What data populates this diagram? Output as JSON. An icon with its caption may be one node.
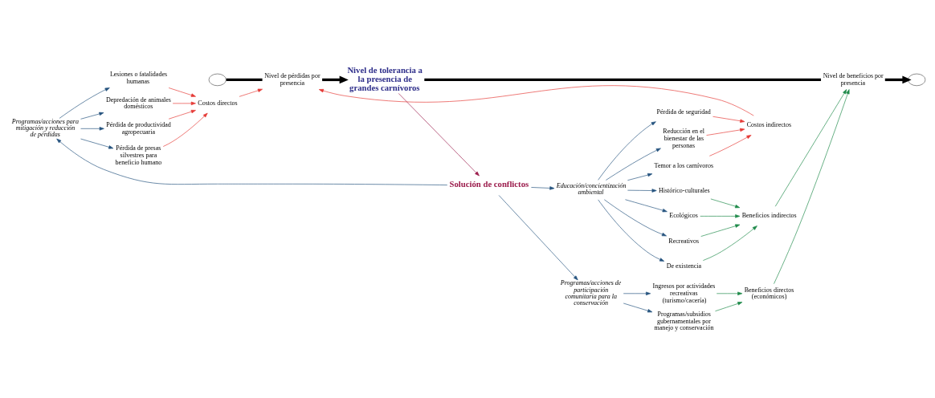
{
  "diagram": {
    "nodes": [
      {
        "text": [
          "Programas/acciones para mitigación y reducción de pérdidas"
        ]
      },
      {
        "text": [
          "Programas/acciones de participación comunitaria para la conservación"
        ]
      },
      {
        "text": [
          "Depredación de animales domésticos"
        ]
      },
      {
        "text": [
          "Pérdida de productividad agropecuaria"
        ]
      },
      {
        "text": [
          "Pérdida de presas silvestres para beneficio humano"
        ]
      },
      {
        "text": [
          "Lesiones o fatalidades humanas"
        ]
      },
      {
        "text": [
          "Costos directos"
        ]
      },
      {
        "text": [
          "Solución de conflictos"
        ]
      },
      {
        "text": [
          "Programas/subsidios gubernamentales por manejo y conservación"
        ]
      },
      {
        "text": [
          "Beneficios directos (económicos)"
        ]
      },
      {
        "text": [
          "Ingresos por actividades recreativas (turismo/cacería)"
        ]
      },
      {
        "text": [],
        "shape": "cloud"
      },
      {
        "text": [
          "Nivel de pérdidas por presencia"
        ]
      },
      {
        "text": [
          "Nivel de tolerancia a la presencia de grandes carnívoros"
        ]
      },
      {
        "text": [
          "Nivel de beneficios por presencia"
        ]
      },
      {
        "text": [],
        "shape": "cloud"
      },
      {
        "text": [
          "Pérdida de seguridad"
        ]
      },
      {
        "text": [
          "Reducción en el bienestar de las personas"
        ]
      },
      {
        "text": [
          "Temor a los carnívoros"
        ]
      },
      {
        "text": [
          "Costos indirectos"
        ]
      },
      {
        "text": [
          "Beneficios indirectos"
        ]
      },
      {
        "text": [
          "Recreativos"
        ]
      },
      {
        "text": [
          "De existencia"
        ]
      },
      {
        "text": [
          "Histórico-culturales"
        ]
      },
      {
        "text": [
          "Ecológicos"
        ]
      },
      {
        "text": [
          "Educación/concientización ambiental"
        ]
      }
    ],
    "edges": [
      {
        "from": 0,
        "to": 2,
        "arrow": "to"
      },
      {
        "from": 0,
        "to": 3,
        "arrow": "to"
      },
      {
        "from": 0,
        "to": 4,
        "arrow": "to"
      },
      {
        "from": 0,
        "to": 5,
        "arrow": "to"
      },
      {
        "from": 7,
        "to": 0,
        "arrow": "to"
      },
      {
        "from": 7,
        "to": 1,
        "arrow": "to"
      },
      {
        "from": 7,
        "to": 25,
        "arrow": "to"
      },
      {
        "from": 1,
        "to": 8,
        "arrow": "to"
      },
      {
        "from": 1,
        "to": 10,
        "arrow": "to"
      },
      {
        "from": 2,
        "to": 6,
        "arrow": "to",
        "color": "#e53935"
      },
      {
        "from": 3,
        "to": 6,
        "arrow": "to",
        "color": "#e53935"
      },
      {
        "from": 4,
        "to": 6,
        "arrow": "to",
        "color": "#e53935"
      },
      {
        "from": 5,
        "to": 6,
        "arrow": "to",
        "color": "#e53935"
      },
      {
        "from": 6,
        "to": 12,
        "arrow": "to",
        "color": "#e53935"
      },
      {
        "from": 16,
        "to": 19,
        "arrow": "to",
        "color": "#e53935"
      },
      {
        "from": 17,
        "to": 19,
        "arrow": "to",
        "color": "#e53935"
      },
      {
        "from": 18,
        "to": 19,
        "arrow": "to",
        "color": "#e53935"
      },
      {
        "from": 19,
        "to": 12,
        "arrow": "to",
        "color": "#e53935"
      },
      {
        "from": 13,
        "to": 7,
        "arrow": "to",
        "color": "#9b1b4b"
      },
      {
        "from": 11,
        "to": 12,
        "arrow": "none",
        "style": "thick",
        "color": "#000000"
      },
      {
        "from": 12,
        "to": 13,
        "arrow": "to",
        "style": "thick",
        "color": "#000000"
      },
      {
        "from": 13,
        "to": 14,
        "arrow": "none",
        "style": "thick",
        "color": "#000000"
      },
      {
        "from": 14,
        "to": 15,
        "arrow": "to",
        "style": "thick",
        "color": "#000000"
      },
      {
        "from": 8,
        "to": 9,
        "arrow": "to",
        "color": "#1e8a4a"
      },
      {
        "from": 10,
        "to": 9,
        "arrow": "to",
        "color": "#1e8a4a"
      },
      {
        "from": 9,
        "to": 14,
        "arrow": "to",
        "color": "#1e8a4a"
      },
      {
        "from": 21,
        "to": 20,
        "arrow": "to",
        "color": "#1e8a4a"
      },
      {
        "from": 22,
        "to": 20,
        "arrow": "to",
        "color": "#1e8a4a"
      },
      {
        "from": 23,
        "to": 20,
        "arrow": "to",
        "color": "#1e8a4a"
      },
      {
        "from": 24,
        "to": 20,
        "arrow": "to",
        "color": "#1e8a4a"
      },
      {
        "from": 20,
        "to": 14,
        "arrow": "to",
        "color": "#1e8a4a"
      },
      {
        "from": 25,
        "to": 16,
        "arrow": "to"
      },
      {
        "from": 25,
        "to": 17,
        "arrow": "to"
      },
      {
        "from": 25,
        "to": 18,
        "arrow": "to"
      },
      {
        "from": 25,
        "to": 21,
        "arrow": "to"
      },
      {
        "from": 25,
        "to": 22,
        "arrow": "to"
      },
      {
        "from": 25,
        "to": 23,
        "arrow": "to"
      },
      {
        "from": 25,
        "to": 24,
        "arrow": "to"
      }
    ]
  }
}
